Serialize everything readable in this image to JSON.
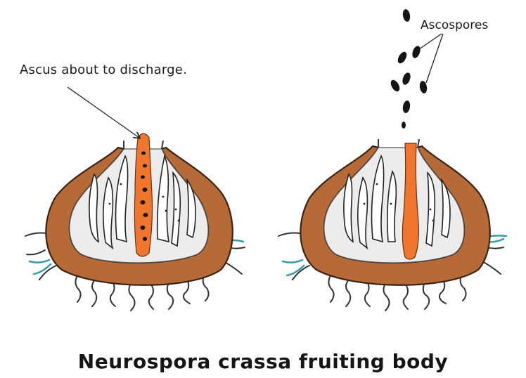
{
  "labels": {
    "ascus": "Ascus about to discharge.",
    "spores": "Ascospores"
  },
  "caption": "Neurospora crassa fruiting body",
  "colors": {
    "wall": "#b56a37",
    "wall_outline": "#3a2414",
    "cavity": "#ededed",
    "ascus": "#f0762e",
    "spore": "#151515",
    "hyphae": "#333333",
    "teal_hyphae": "#3a9aaa"
  }
}
